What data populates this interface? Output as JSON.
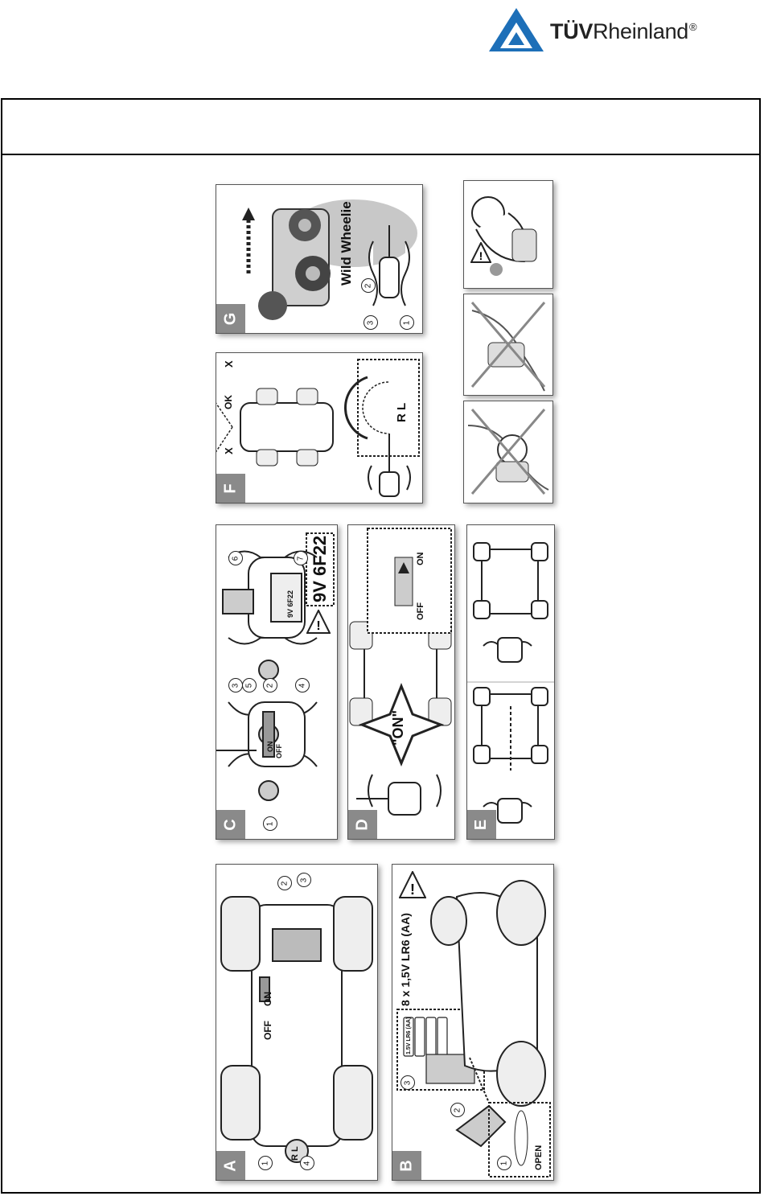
{
  "logo": {
    "bold": "TÜV",
    "regular": "Rheinland",
    "mark": "®",
    "color": "#1d6fb8"
  },
  "panels": {
    "A": {
      "tag": "A",
      "switch_off": "OFF",
      "switch_on": "ON",
      "steer_label": "R L",
      "callouts": [
        "1",
        "2",
        "3",
        "4"
      ]
    },
    "B": {
      "tag": "B",
      "battery_spec": "8 x 1,5V LR6 (AA)",
      "open_label": "OPEN",
      "steps": [
        "1",
        "2",
        "3"
      ],
      "cell_label": "1.5V LR6 (AA)"
    },
    "C": {
      "tag": "C",
      "battery_spec": "9V 6F22",
      "battery_small": "9V 6F22",
      "switch_on": "ON",
      "switch_off": "OFF",
      "callouts": [
        "1",
        "2",
        "3",
        "4",
        "5",
        "6",
        "7"
      ]
    },
    "D": {
      "tag": "D",
      "on_star": "\"ON\"",
      "switch_off": "OFF",
      "switch_on": "ON"
    },
    "E": {
      "tag": "E"
    },
    "F": {
      "tag": "F",
      "ok": "OK",
      "x1": "X",
      "x2": "X",
      "steer_label": "R L"
    },
    "G": {
      "tag": "G",
      "product_name": "Wild Wheelie",
      "steps": [
        "1",
        "2",
        "3"
      ]
    }
  }
}
